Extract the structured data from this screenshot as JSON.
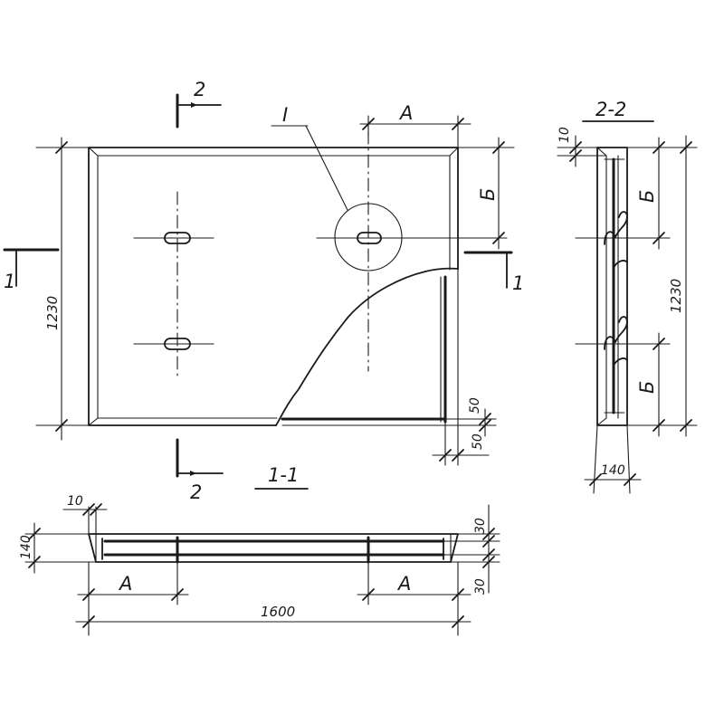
{
  "labels": {
    "section_1_1": "1-1",
    "section_2_2": "2-2",
    "cut_1_left": "1",
    "cut_1_right": "1",
    "cut_2_top": "2",
    "cut_2_bottom": "2",
    "detail_I": "I"
  },
  "dimensions": {
    "plan_height": "1230",
    "plan_A_top": "A",
    "plan_B_top": "Б",
    "plan_50_vertical": "50",
    "plan_50_horizontal": "50",
    "side_10": "10",
    "side_B_top": "Б",
    "side_B_bottom": "Б",
    "side_1230": "1230",
    "side_140": "140",
    "sec_10": "10",
    "sec_140": "140",
    "sec_30_top": "30",
    "sec_30_bottom": "30",
    "sec_A_left": "A",
    "sec_A_right": "A",
    "sec_1600": "1600"
  }
}
